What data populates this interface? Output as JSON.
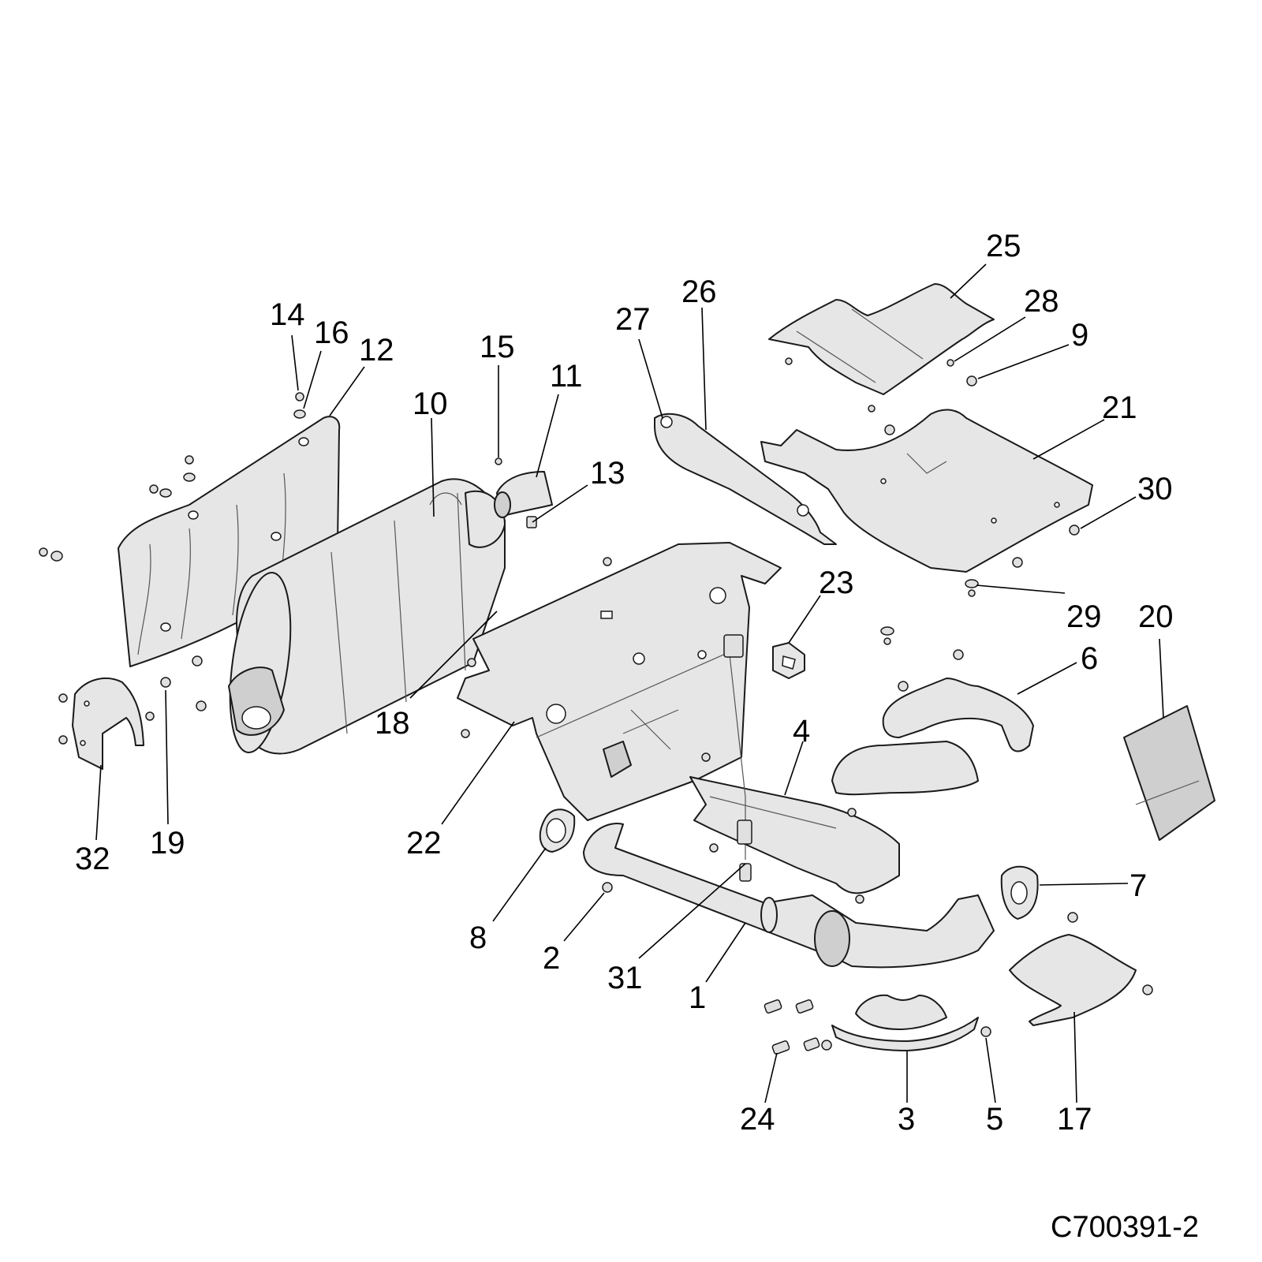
{
  "diagram_code": "C700391-2",
  "callouts": [
    {
      "label": "1"
    },
    {
      "label": "2"
    },
    {
      "label": "3"
    },
    {
      "label": "4"
    },
    {
      "label": "5"
    },
    {
      "label": "6"
    },
    {
      "label": "7"
    },
    {
      "label": "8"
    },
    {
      "label": "9"
    },
    {
      "label": "10"
    },
    {
      "label": "11"
    },
    {
      "label": "12"
    },
    {
      "label": "13"
    },
    {
      "label": "14"
    },
    {
      "label": "15"
    },
    {
      "label": "16"
    },
    {
      "label": "17"
    },
    {
      "label": "18"
    },
    {
      "label": "19"
    },
    {
      "label": "20"
    },
    {
      "label": "21"
    },
    {
      "label": "22"
    },
    {
      "label": "23"
    },
    {
      "label": "24"
    },
    {
      "label": "25"
    },
    {
      "label": "26"
    },
    {
      "label": "27"
    },
    {
      "label": "28"
    },
    {
      "label": "29"
    },
    {
      "label": "30"
    },
    {
      "label": "31"
    },
    {
      "label": "32"
    }
  ]
}
